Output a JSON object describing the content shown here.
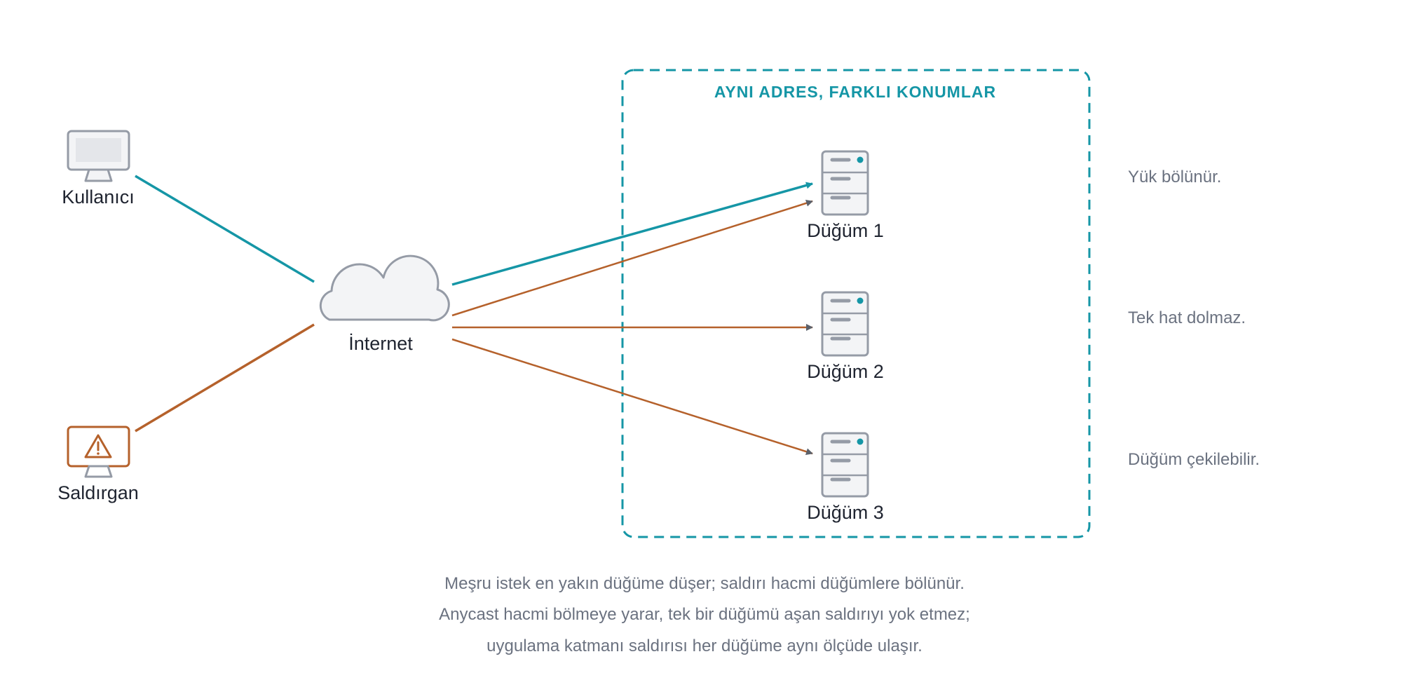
{
  "colors": {
    "accent": "#1596a6",
    "attack": "#b5612b",
    "neutral_stroke": "#959ba6",
    "neutral_fill": "#f3f4f6",
    "text": "#1f2430",
    "muted_text": "#6b7280"
  },
  "nodes": {
    "user": {
      "label": "Kullanıcı",
      "icon": "monitor-icon"
    },
    "attacker": {
      "label": "Saldırgan",
      "icon": "warning-monitor-icon"
    },
    "internet": {
      "label": "İnternet",
      "icon": "cloud-icon"
    },
    "servers": [
      {
        "label": "Düğüm 1",
        "icon": "server-icon"
      },
      {
        "label": "Düğüm 2",
        "icon": "server-icon"
      },
      {
        "label": "Düğüm 3",
        "icon": "server-icon"
      }
    ]
  },
  "cluster": {
    "title": "AYNI ADRES, FARKLI KONUMLAR"
  },
  "side_notes": [
    "Yük bölünür.",
    "Tek hat dolmaz.",
    "Düğüm çekilebilir."
  ],
  "caption": [
    "Meşru istek en yakın düğüme düşer; saldırı hacmi düğümlere bölünür.",
    "Anycast hacmi bölmeye yarar, tek bir düğümü aşan saldırıyı yok etmez;",
    "uygulama katmanı saldırısı her düğüme aynı ölçüde ulaşır."
  ]
}
